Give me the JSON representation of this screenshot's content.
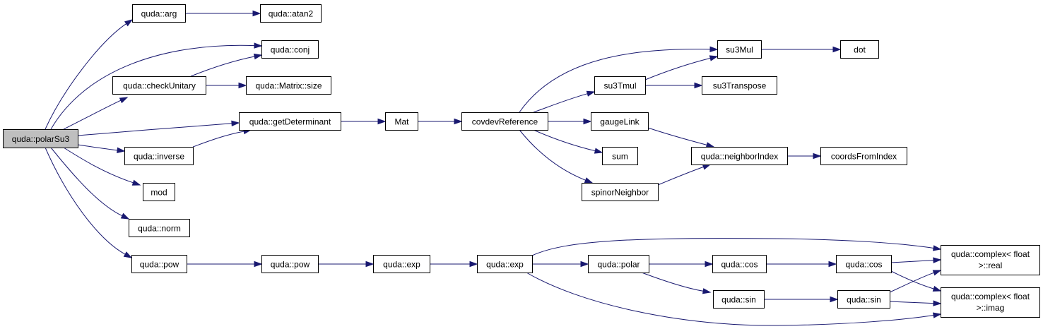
{
  "nodes": {
    "polarSu3": "quda::polarSu3",
    "arg": "quda::arg",
    "atan2": "quda::atan2",
    "conj": "quda::conj",
    "checkUnitary": "quda::checkUnitary",
    "matrixSize": "quda::Matrix::size",
    "getDeterminant": "quda::getDeterminant",
    "mat": "Mat",
    "covdevReference": "covdevReference",
    "su3Mul": "su3Mul",
    "dot": "dot",
    "su3Tmul": "su3Tmul",
    "su3Transpose": "su3Transpose",
    "gaugeLink": "gaugeLink",
    "sum": "sum",
    "neighborIndex": "quda::neighborIndex",
    "coordsFromIndex": "coordsFromIndex",
    "spinorNeighbor": "spinorNeighbor",
    "inverse": "quda::inverse",
    "mod": "mod",
    "norm": "quda::norm",
    "pow1": "quda::pow",
    "pow2": "quda::pow",
    "exp1": "quda::exp",
    "exp2": "quda::exp",
    "polar": "quda::polar",
    "cos1": "quda::cos",
    "cos2": "quda::cos",
    "sin1": "quda::sin",
    "sin2": "quda::sin",
    "realLine1": "quda::complex< float",
    "realLine2": ">::real",
    "imagLine1": "quda::complex< float",
    "imagLine2": ">::imag"
  }
}
